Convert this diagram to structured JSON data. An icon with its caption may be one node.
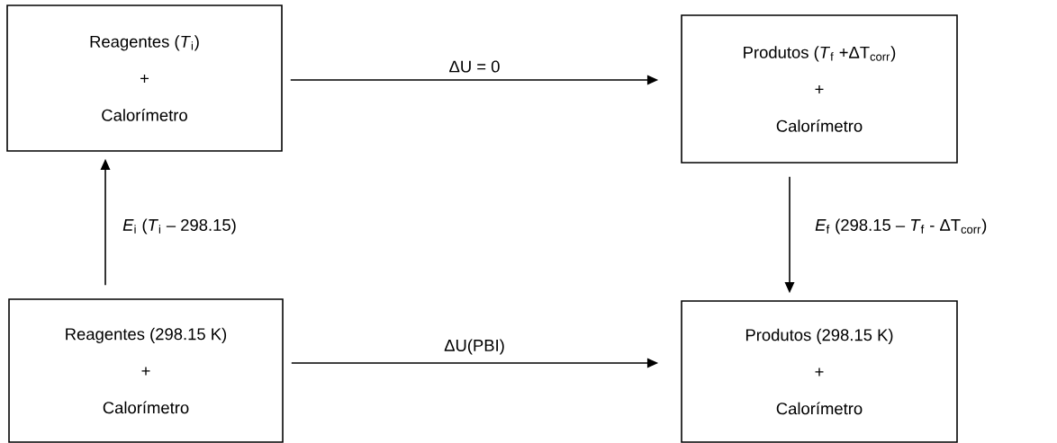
{
  "diagram": {
    "nodes": [
      {
        "text": [
          "Reagentes (*T*$_{i}$)",
          "+",
          "Calorímetro"
        ]
      },
      {
        "text": [
          "Produtos (*T*$_{f}$ +ΔT$_{corr}$)",
          "+",
          "Calorímetro"
        ]
      },
      {
        "text": [
          "Reagentes (298.15 K)",
          "+",
          "Calorímetro"
        ]
      },
      {
        "text": [
          "Produtos (298.15 K)",
          "+",
          "Calorímetro"
        ]
      }
    ],
    "edges": [
      {
        "from": 0,
        "to": 1,
        "arrow": "to",
        "label": "ΔU = 0"
      },
      {
        "from": 2,
        "to": 0,
        "arrow": "to",
        "label": "*E*$_{i}$ (*T*$_{i}$ – 298.15)"
      },
      {
        "from": 1,
        "to": 3,
        "arrow": "to",
        "label": "*E*$_{f}$ (298.15 – *T*$_{f}$ - ΔT$_{corr}$)"
      },
      {
        "from": 2,
        "to": 3,
        "arrow": "to",
        "label": "ΔU(PBI)"
      }
    ]
  }
}
